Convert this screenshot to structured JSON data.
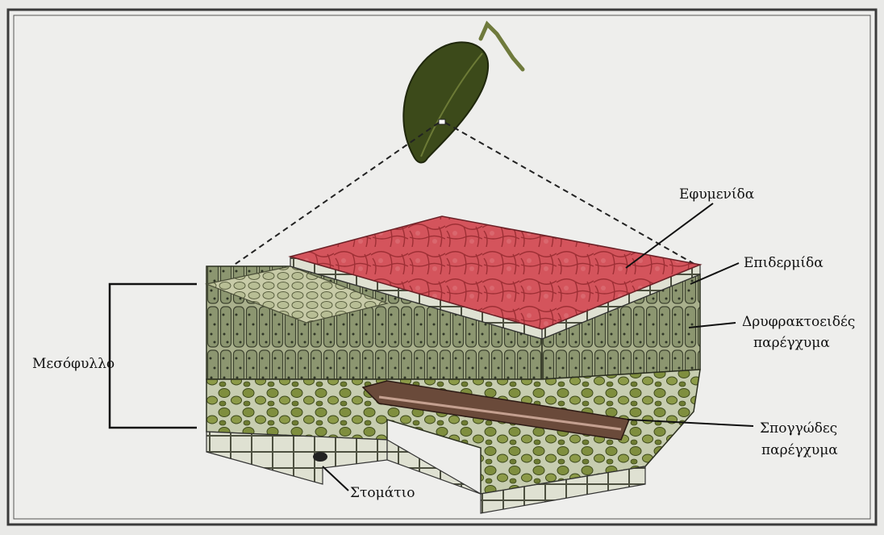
{
  "labels": {
    "cuticle": "Εφυμενίδα",
    "epidermis": "Επιδερμίδα",
    "palisade_line1": "Δρυφρακτοειδές",
    "palisade_line2": "παρέγχυμα",
    "mesophyll": "Μεσόφυλλο",
    "spongy_line1": "Σπογγώδες",
    "spongy_line2": "παρέγχυμα",
    "stoma": "Στομάτιο"
  },
  "colors": {
    "cuticle": "#d2525a",
    "palisade": "#8f9a72",
    "spongy_cell": "#7c8c3c",
    "leaf": "#3c4a1a",
    "frame": "#3a3a3a"
  }
}
